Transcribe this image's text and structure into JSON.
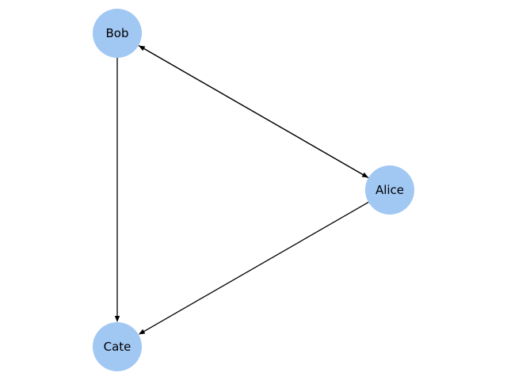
{
  "colors": {
    "node_fill": "#a1c7f3",
    "edge": "#000000",
    "label": "#000000",
    "background": "#ffffff"
  },
  "graph": {
    "directed": true,
    "nodes": [
      {
        "id": "bob",
        "label": "Bob"
      },
      {
        "id": "alice",
        "label": "Alice"
      },
      {
        "id": "cate",
        "label": "Cate"
      }
    ],
    "edges": [
      {
        "from": "bob",
        "to": "alice"
      },
      {
        "from": "alice",
        "to": "bob"
      },
      {
        "from": "bob",
        "to": "cate"
      },
      {
        "from": "alice",
        "to": "cate"
      }
    ]
  }
}
